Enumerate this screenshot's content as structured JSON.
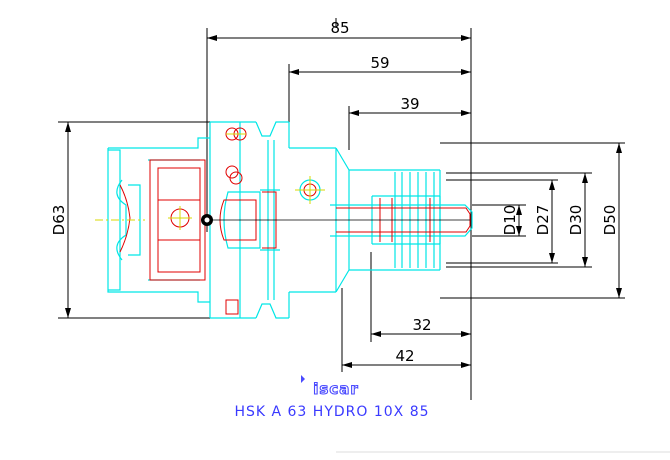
{
  "colors": {
    "outline": "#00e6e6",
    "detail": "#e00000",
    "center": "#d8d800",
    "dimension": "#000000",
    "caption": "#3a3aff",
    "logo": "#4a4aff"
  },
  "dimensions": {
    "total_length": "85",
    "body_length": "59",
    "clamp_length": "39",
    "bore_depth": "32",
    "min_length": "42",
    "d10": "D10",
    "d27": "D27",
    "d30": "D30",
    "d50": "D50",
    "d63": "D63"
  },
  "logo": {
    "text": "iscar",
    "icon": "iscar-logo"
  },
  "caption": "HSK A 63 HYDRO 10X 85"
}
